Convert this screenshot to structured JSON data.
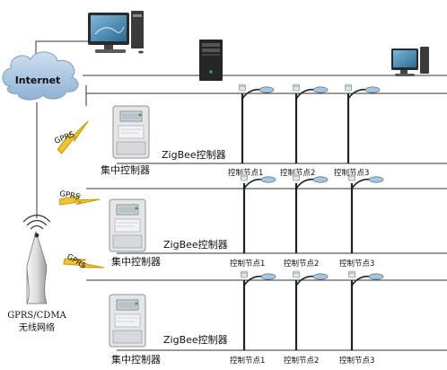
{
  "internet": {
    "label": "Internet"
  },
  "tower": {
    "label_line1": "GPRS/CDMA",
    "label_line2": "无线网络"
  },
  "gprs_label": "GPRS",
  "rows": [
    {
      "concentrator_label": "集中控制器",
      "zigbee_label": "ZigBee控制器",
      "nodes": [
        "控制节点1",
        "控制节点2",
        "控制节点3"
      ]
    },
    {
      "concentrator_label": "集中控制器",
      "zigbee_label": "ZigBee控制器",
      "nodes": [
        "控制节点1",
        "控制节点2",
        "控制节点3"
      ]
    },
    {
      "concentrator_label": "集中控制器",
      "zigbee_label": "ZigBee控制器",
      "nodes": [
        "控制节点1",
        "控制节点2",
        "控制节点3"
      ]
    }
  ],
  "colors": {
    "cloud": "#a9c4de",
    "bolt": "#f4c430",
    "line": "#333333",
    "meter": "#e6e8ea",
    "lamp_head": "#9ec8e6"
  }
}
